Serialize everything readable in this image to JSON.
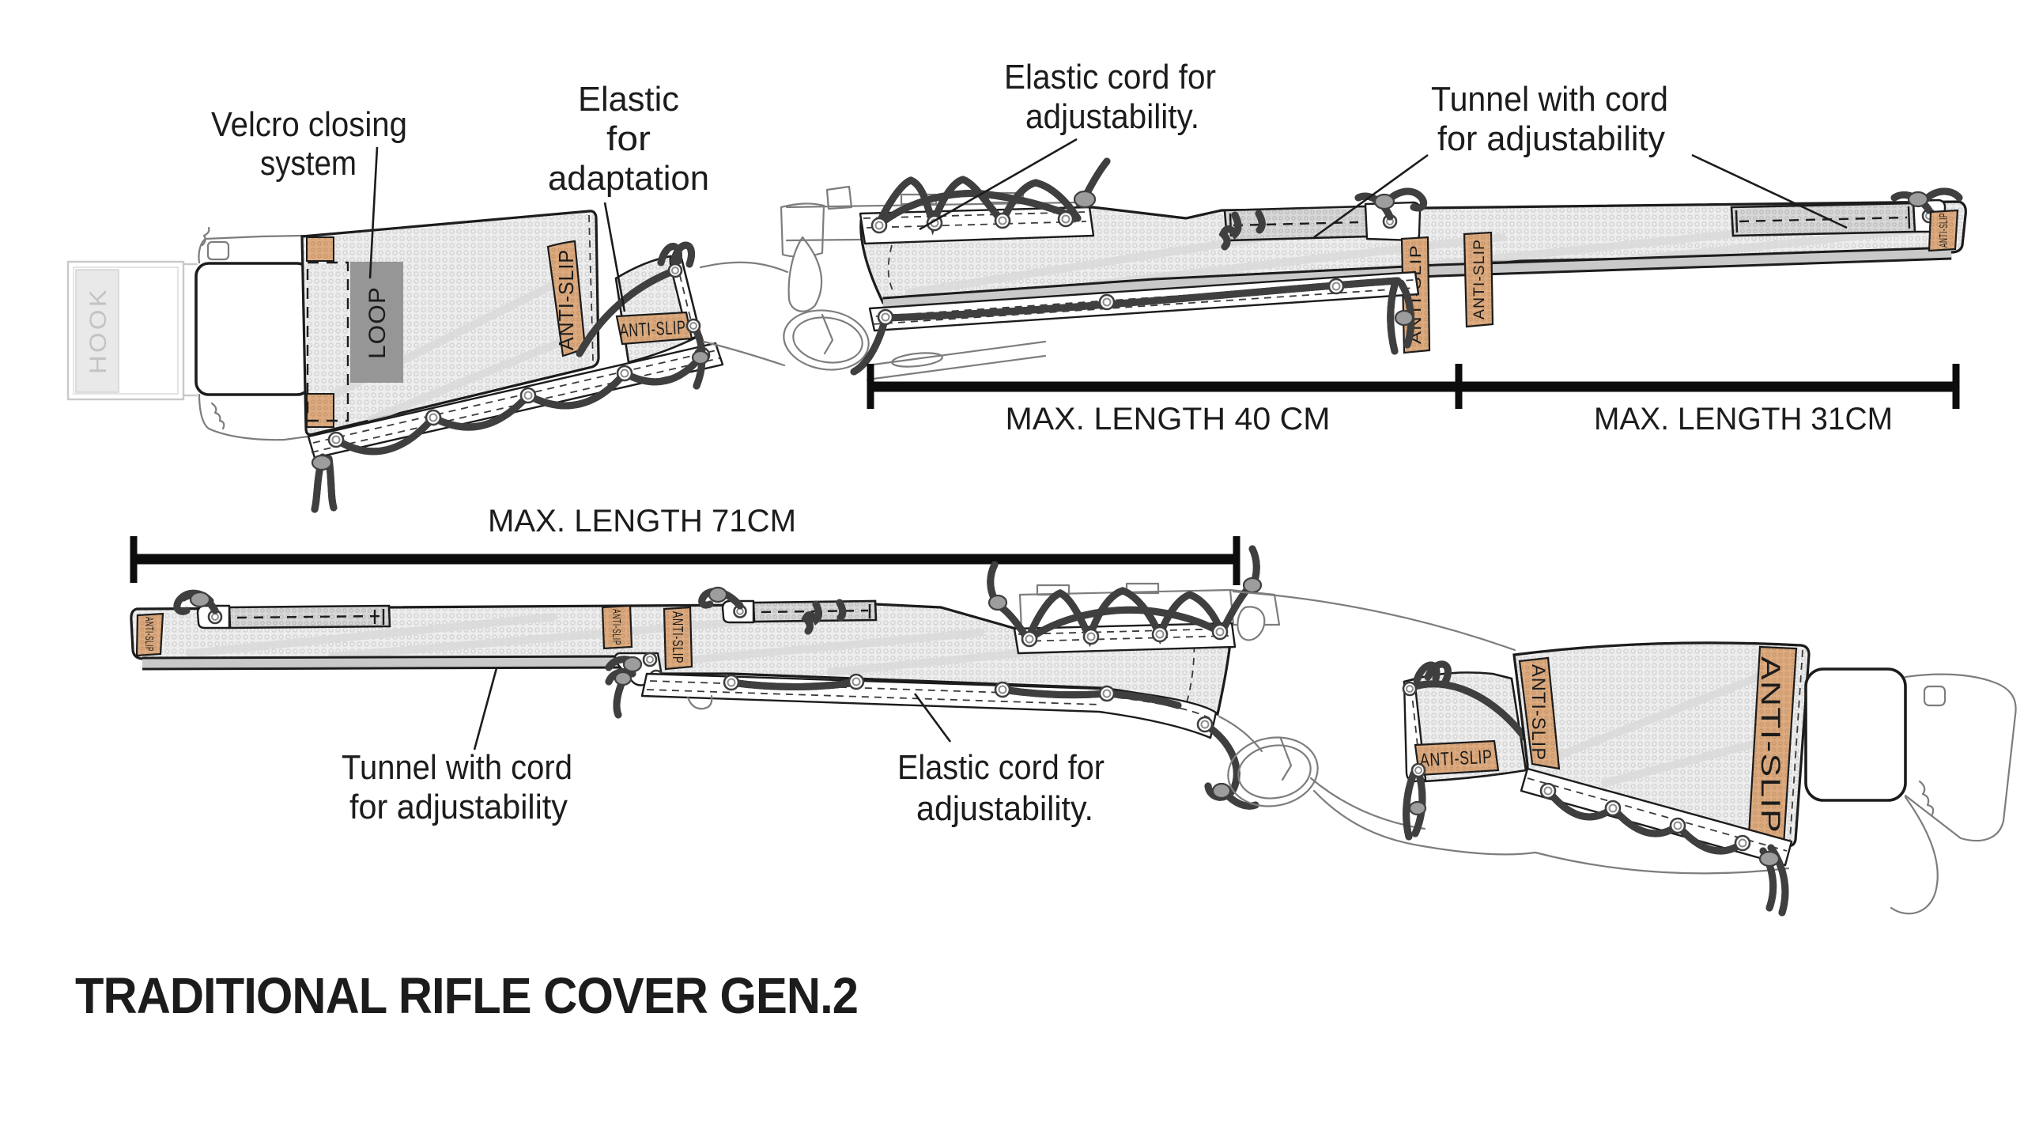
{
  "title": "TRADITIONAL RIFLE COVER GEN.2",
  "annotations": {
    "velcro": {
      "line1": "Velcro closing",
      "line2": "system"
    },
    "elastic_adaptation": {
      "line1": "Elastic",
      "line2": "for",
      "line3": "adaptation"
    },
    "elastic_cord_top": {
      "line1": "Elastic cord for",
      "line2": "adjustability."
    },
    "tunnel_cord_top": {
      "line1": "Tunnel with cord",
      "line2": "for adjustability"
    },
    "tunnel_cord_bottom": {
      "line1": "Tunnel with cord",
      "line2": "for adjustability"
    },
    "elastic_cord_bottom": {
      "line1": "Elastic cord for",
      "line2": "adjustability."
    }
  },
  "measurements": {
    "forend": "MAX. LENGTH 40 CM",
    "barrel": "MAX. LENGTH 31CM",
    "overall": "MAX. LENGTH 71CM"
  },
  "strip_labels": {
    "anti_slip": "ANTI-SLIP",
    "loop": "LOOP",
    "hook": "HOOK"
  },
  "colors": {
    "anti_slip_tan": "#dcaa7e",
    "loop_gray": "#969696",
    "hook_gray": "#e9e9e9",
    "mesh_gray": "#ededed",
    "cord_gray": "#a6a6a6",
    "ink": "#1c1c1c"
  }
}
